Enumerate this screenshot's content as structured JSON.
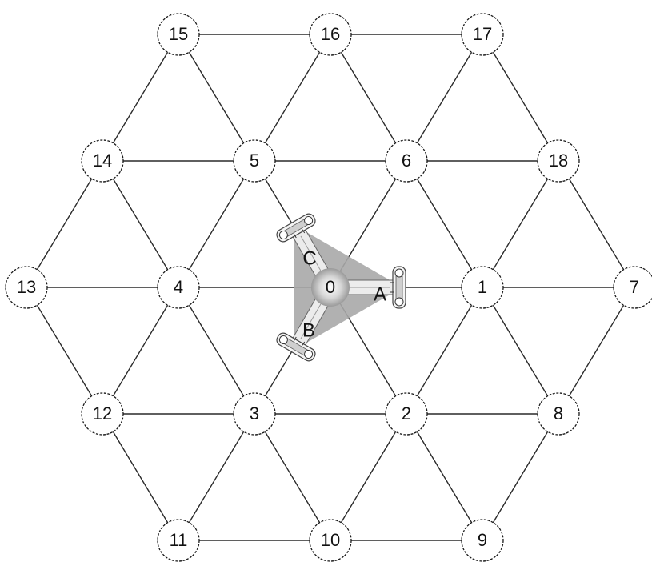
{
  "diagram": {
    "nodes": [
      {
        "id": "15",
        "label": "15",
        "row": 0,
        "col": 1
      },
      {
        "id": "16",
        "label": "16",
        "row": 0,
        "col": 2
      },
      {
        "id": "17",
        "label": "17",
        "row": 0,
        "col": 3
      },
      {
        "id": "14",
        "label": "14",
        "row": 1,
        "col": 0.5
      },
      {
        "id": "5",
        "label": "5",
        "row": 1,
        "col": 1.5
      },
      {
        "id": "6",
        "label": "6",
        "row": 1,
        "col": 2.5
      },
      {
        "id": "18",
        "label": "18",
        "row": 1,
        "col": 3.5
      },
      {
        "id": "13",
        "label": "13",
        "row": 2,
        "col": 0
      },
      {
        "id": "4",
        "label": "4",
        "row": 2,
        "col": 1
      },
      {
        "id": "0",
        "label": "0",
        "row": 2,
        "col": 2
      },
      {
        "id": "1",
        "label": "1",
        "row": 2,
        "col": 3
      },
      {
        "id": "7",
        "label": "7",
        "row": 2,
        "col": 4
      },
      {
        "id": "12",
        "label": "12",
        "row": 3,
        "col": 0.5
      },
      {
        "id": "3",
        "label": "3",
        "row": 3,
        "col": 1.5
      },
      {
        "id": "2",
        "label": "2",
        "row": 3,
        "col": 2.5
      },
      {
        "id": "8",
        "label": "8",
        "row": 3,
        "col": 3.5
      },
      {
        "id": "11",
        "label": "11",
        "row": 4,
        "col": 1
      },
      {
        "id": "10",
        "label": "10",
        "row": 4,
        "col": 2
      },
      {
        "id": "9",
        "label": "9",
        "row": 4,
        "col": 3
      }
    ],
    "edges": [
      [
        "15",
        "16"
      ],
      [
        "16",
        "17"
      ],
      [
        "14",
        "5"
      ],
      [
        "5",
        "6"
      ],
      [
        "6",
        "18"
      ],
      [
        "13",
        "4"
      ],
      [
        "4",
        "0"
      ],
      [
        "0",
        "1"
      ],
      [
        "1",
        "7"
      ],
      [
        "12",
        "3"
      ],
      [
        "3",
        "2"
      ],
      [
        "2",
        "8"
      ],
      [
        "11",
        "10"
      ],
      [
        "10",
        "9"
      ],
      [
        "15",
        "14"
      ],
      [
        "15",
        "5"
      ],
      [
        "16",
        "5"
      ],
      [
        "16",
        "6"
      ],
      [
        "17",
        "6"
      ],
      [
        "17",
        "18"
      ],
      [
        "14",
        "13"
      ],
      [
        "14",
        "4"
      ],
      [
        "5",
        "4"
      ],
      [
        "5",
        "0"
      ],
      [
        "6",
        "0"
      ],
      [
        "6",
        "1"
      ],
      [
        "18",
        "1"
      ],
      [
        "18",
        "7"
      ],
      [
        "13",
        "12"
      ],
      [
        "4",
        "12"
      ],
      [
        "4",
        "3"
      ],
      [
        "0",
        "3"
      ],
      [
        "0",
        "2"
      ],
      [
        "1",
        "2"
      ],
      [
        "1",
        "8"
      ],
      [
        "7",
        "8"
      ],
      [
        "12",
        "11"
      ],
      [
        "3",
        "11"
      ],
      [
        "3",
        "10"
      ],
      [
        "2",
        "10"
      ],
      [
        "2",
        "9"
      ],
      [
        "8",
        "9"
      ]
    ],
    "robot": {
      "center_node": "0",
      "arms": [
        {
          "label": "A",
          "direction": "right"
        },
        {
          "label": "B",
          "direction": "down-left"
        },
        {
          "label": "C",
          "direction": "up-left"
        }
      ],
      "body_color": "#a9a9a9"
    }
  }
}
